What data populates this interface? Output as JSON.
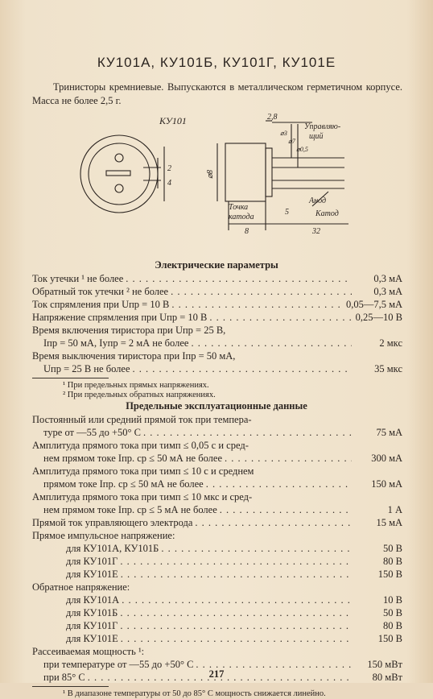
{
  "title": "КУ101А, КУ101Б, КУ101Г, КУ101Е",
  "intro": "Тринисторы кремниевые. Выпускаются в металлическом герметичном корпусе. Масса не более 2,5 г.",
  "diagram": {
    "label_model": "КУ101",
    "label_control": "Управляю-",
    "label_control2": "щий",
    "label_point": "Точка",
    "label_cathode_pt": "катода",
    "label_anode": "Анод",
    "label_cathode": "Катод",
    "dim_28": "2,8",
    "dim_d3": "⌀3",
    "dim_d7": "⌀7",
    "dim_d05": "⌀0,5",
    "dim_d8": "⌀8",
    "dim_2": "2",
    "dim_4": "4",
    "dim_5": "5",
    "dim_8": "8",
    "dim_32": "32"
  },
  "electrical": {
    "heading": "Электрические параметры",
    "rows": [
      {
        "label": "Ток утечки ¹ не более",
        "value": "0,3 мА"
      },
      {
        "label": "Обратный ток утечки ² не более",
        "value": "0,3 мА"
      },
      {
        "label": "Ток спрямления при Uпр = 10 В",
        "value": "0,05—7,5 мА"
      },
      {
        "label": "Напряжение спрямления при Uпр = 10 В",
        "value": "0,25—10 В"
      },
      {
        "label": "Время включения тиристора при Uпр = 25 В,",
        "value": ""
      },
      {
        "label": "Iпр = 50 мА, Iупр = 2 мА не более",
        "value": "2 мкс"
      },
      {
        "label": "Время выключения тиристора при Iпр = 50 мА,",
        "value": ""
      },
      {
        "label": "Uпр = 25 В не более",
        "value": "35 мкс"
      }
    ],
    "footnotes": [
      "¹ При предельных прямых напряжениях.",
      "² При предельных обратных напряжениях."
    ]
  },
  "limits": {
    "heading": "Предельные эксплуатационные данные",
    "rows": [
      {
        "label": "Постоянный или средний прямой ток при темпера-",
        "value": "",
        "style": "plain"
      },
      {
        "label": "туре от —55 до +50° С",
        "value": "75 мА",
        "style": "indent"
      },
      {
        "label": "Амплитуда прямого тока при τимп ≤ 0,05 с и сред-",
        "value": "",
        "style": "plain"
      },
      {
        "label": "нем прямом токе Iпр. ср ≤ 50 мА не более",
        "value": "300 мА",
        "style": "indent"
      },
      {
        "label": "Амплитуда прямого тока при τимп ≤ 10 с и среднем",
        "value": "",
        "style": "plain"
      },
      {
        "label": "прямом токе Iпр. ср ≤ 50 мА не более",
        "value": "150 мА",
        "style": "indent"
      },
      {
        "label": "Амплитуда прямого тока при τимп ≤ 10 мкс и сред-",
        "value": "",
        "style": "plain"
      },
      {
        "label": "нем прямом токе Iпр. ср ≤ 5 мА не более",
        "value": "1 А",
        "style": "indent"
      },
      {
        "label": "Прямой ток управляющего электрода",
        "value": "15 мА",
        "style": ""
      },
      {
        "label": "Прямое импульсное напряжение:",
        "value": "",
        "style": "plain"
      },
      {
        "label": "для КУ101А, КУ101Б",
        "value": "50 В",
        "style": "ind2"
      },
      {
        "label": "для КУ101Г",
        "value": "80 В",
        "style": "ind2"
      },
      {
        "label": "для КУ101Е",
        "value": "150 В",
        "style": "ind2"
      },
      {
        "label": "Обратное напряжение:",
        "value": "",
        "style": "plain"
      },
      {
        "label": "для КУ101А",
        "value": "10 В",
        "style": "ind2"
      },
      {
        "label": "для КУ101Б",
        "value": "50 В",
        "style": "ind2"
      },
      {
        "label": "для КУ101Г",
        "value": "80 В",
        "style": "ind2"
      },
      {
        "label": "для КУ101Е",
        "value": "150 В",
        "style": "ind2"
      },
      {
        "label": "Рассеиваемая мощность ¹:",
        "value": "",
        "style": "plain"
      },
      {
        "label": "при температуре от —55 до +50° С",
        "value": "150 мВт",
        "style": "indent"
      },
      {
        "label": "при 85° С",
        "value": "80 мВт",
        "style": "indent"
      }
    ],
    "footnote": "¹ В диапазоне температуры от 50 до 85° С мощность снижается линейно."
  },
  "page_number": "217"
}
